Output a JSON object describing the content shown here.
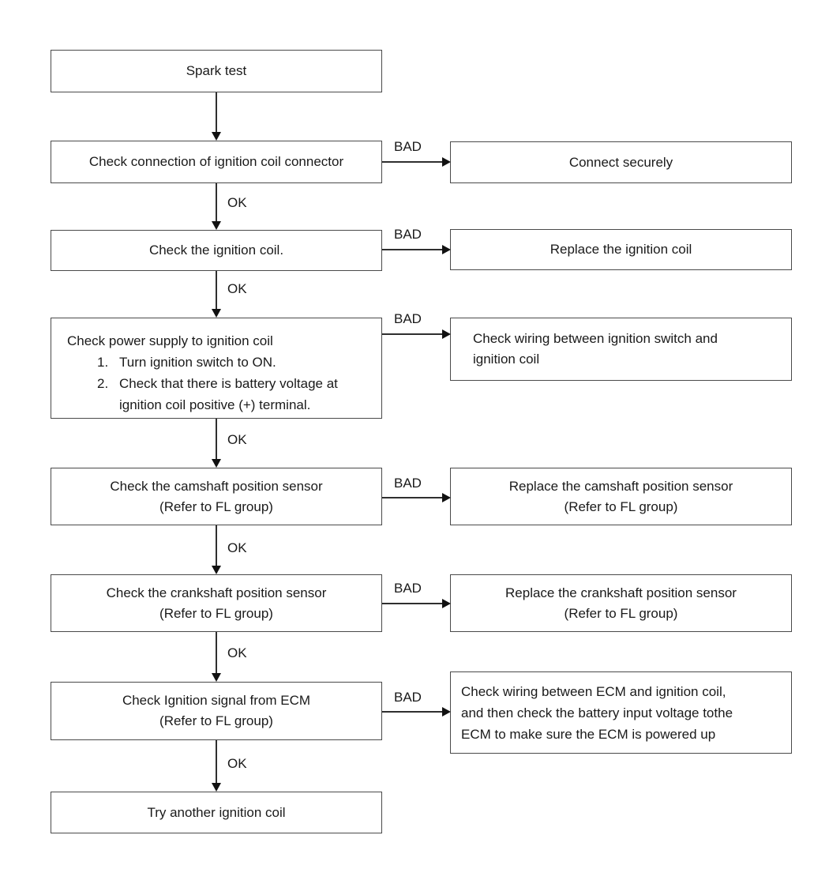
{
  "labels": {
    "ok": "OK",
    "bad": "BAD"
  },
  "colors": {
    "background": "#ffffff",
    "box_border": "#4a4a4a",
    "line": "#2f2f2f",
    "text": "#1a1a1a"
  },
  "nodes": {
    "spark_test": {
      "text": "Spark test"
    },
    "check_connection": {
      "text": "Check connection of ignition coil connector"
    },
    "connect_securely": {
      "text": "Connect securely"
    },
    "check_coil": {
      "text": "Check the ignition coil."
    },
    "replace_coil": {
      "text": "Replace the ignition coil"
    },
    "check_power": {
      "title": "Check power supply to ignition coil",
      "steps": [
        {
          "num": "1.",
          "lines": [
            "Turn ignition switch to ON."
          ]
        },
        {
          "num": "2.",
          "lines": [
            "Check that there is battery voltage at",
            "ignition coil positive (+) terminal."
          ]
        }
      ]
    },
    "check_wiring_switch": {
      "lines": [
        "Check wiring between ignition switch and",
        "ignition coil"
      ]
    },
    "check_cam": {
      "lines": [
        "Check the camshaft position sensor",
        "(Refer to FL group)"
      ]
    },
    "replace_cam": {
      "lines": [
        "Replace the camshaft position sensor",
        "(Refer to FL group)"
      ]
    },
    "check_crank": {
      "lines": [
        "Check the crankshaft position sensor",
        "(Refer to FL group)"
      ]
    },
    "replace_crank": {
      "lines": [
        "Replace the crankshaft position sensor",
        "(Refer to FL group)"
      ]
    },
    "check_ecm": {
      "lines": [
        "Check Ignition signal from ECM",
        "(Refer to FL group)"
      ]
    },
    "check_wiring_ecm": {
      "lines": [
        "Check wiring between ECM and ignition coil,",
        "and then check the battery input voltage tothe",
        "ECM to make sure the ECM is powered up"
      ]
    },
    "try_another": {
      "text": "Try another ignition coil"
    }
  }
}
